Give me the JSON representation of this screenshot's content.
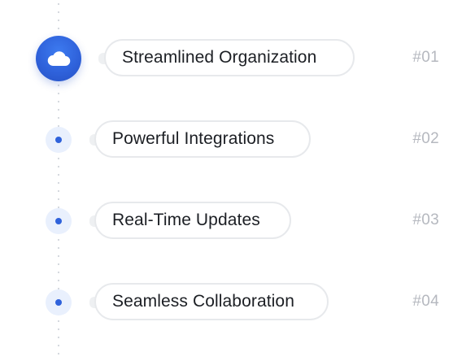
{
  "steps": [
    {
      "label": "Streamlined Organization",
      "number": "#01",
      "active": true
    },
    {
      "label": "Powerful Integrations",
      "number": "#02",
      "active": false
    },
    {
      "label": "Real-Time Updates",
      "number": "#03",
      "active": false
    },
    {
      "label": "Seamless Collaboration",
      "number": "#04",
      "active": false
    }
  ],
  "colors": {
    "accent": "#2f62db",
    "dot_bg": "#e9f0fd",
    "number": "#b5b8bf",
    "border": "#e7e9ec"
  },
  "icons": {
    "active_step": "cloud-icon"
  }
}
